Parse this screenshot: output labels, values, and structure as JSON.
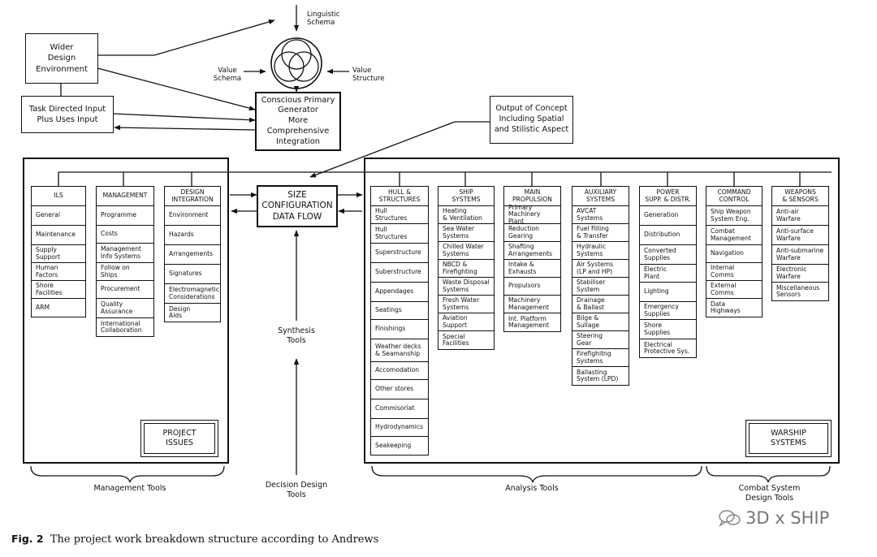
{
  "top": {
    "linguistic_schema": "Linguistic\nSchema",
    "value_schema": "Value\nSchema",
    "value_structure": "Value\nStructure",
    "wider_design_environment": "Wider\nDesign\nEnvironment",
    "task_directed_input": "Task Directed Input\nPlus Uses Input",
    "conscious_primary_generator": "Conscious Primary\nGenerator\nMore Comprehensive\nIntegration",
    "output_of_concept": "Output of Concept\nIncluding Spatial\nand Stilistic Aspect"
  },
  "center": {
    "size_configuration": "SIZE\nCONFIGURATION\nDATA FLOW",
    "synthesis_tools": "Synthesis\nTools",
    "decision_design_tools": "Decision Design\nTools"
  },
  "project_issues": {
    "label": "PROJECT\nISSUES",
    "columns": [
      {
        "title": "ILS",
        "items": [
          "General",
          "Maintenance",
          "Supply\nSupport",
          "Human\nFactors",
          "Shore\nFacilities",
          "ARM"
        ]
      },
      {
        "title": "MANAGEMENT",
        "items": [
          "Programme",
          "Costs",
          "Management\nInfo Systems",
          "Follow on\nShips",
          "Procurement",
          "Quality\nAssurance",
          "International\nCollaboration"
        ]
      },
      {
        "title": "DESIGN\nINTEGRATION",
        "items": [
          "Environment",
          "Hazards",
          "Arrangements",
          "Signatures",
          "Electromagnetic\nConsiderations",
          "Design\nAids"
        ]
      }
    ]
  },
  "warship_systems": {
    "label": "WARSHIP\nSYSTEMS",
    "columns": [
      {
        "title": "HULL &\nSTRUCTURES",
        "items": [
          "Hull\nStructures",
          "Hull\nStructures",
          "Superstructure",
          "Suberstructure",
          "Appendages",
          "Seatings",
          "Finishings",
          "Weather decks\n& Seamanship",
          "Accomodation",
          "Other stores",
          "Commisoriat",
          "Hydrodynamics",
          "Seakeeping"
        ]
      },
      {
        "title": "SHIP\nSYSTEMS",
        "items": [
          "Heating\n& Ventilation",
          "Sea Water\nSystems",
          "Chilled Water\nSystems",
          "NBCD &\nFirefighting",
          "Waste Disposal\nSystems",
          "Fresh Water\nSystems",
          "Aviation\nSupport",
          "Special\nFacilities"
        ]
      },
      {
        "title": "MAIN\nPROPULSION",
        "items": [
          "Primary\nMachinery Plant",
          "Reduction\nGearing",
          "Shafting\nArrangements",
          "Intake &\nExhausts",
          "Propulsors",
          "Machinery\nManagement",
          "Int. Platform\nManagement"
        ]
      },
      {
        "title": "AUXILIARY\nSYSTEMS",
        "items": [
          "AVCAT\nSystems",
          "Fuel Filling\n& Transfer",
          "Hydraulic\nSystems",
          "Air Systems\n(LP and HP)",
          "Stabiliser\nSystem",
          "Drainage\n& Ballast",
          "Bilge &\nSullage",
          "Steering\nGear",
          "Firefighitng\nSystems",
          "Ballasting\nSystem (LPD)"
        ]
      },
      {
        "title": "POWER\nSUPP. & DISTR.",
        "items": [
          "Generation",
          "Distribution",
          "Converted\nSupplies",
          "Electric\nPlant",
          "Lighting",
          "Emergency\nSupplies",
          "Shore\nSupplies",
          "Electrical\nProtective Sys."
        ]
      },
      {
        "title": "COMMAND\nCONTROL",
        "items": [
          "Ship Weapon\nSystem Eng.",
          "Combat\nManagement",
          "Navigation",
          "Internal\nComms",
          "External\nComms",
          "Data\nHighways"
        ]
      },
      {
        "title": "WEAPONS\n& SENSORS",
        "items": [
          "Anti-air\nWarfare",
          "Anti-surface\nWarfare",
          "Anti-submarine\nWarfare",
          "Electronic\nWarfare",
          "Miscellaneous\nSensors"
        ]
      }
    ]
  },
  "tools": {
    "management": "Management Tools",
    "analysis": "Analysis Tools",
    "combat": "Combat System\nDesign Tools"
  },
  "caption": {
    "fig": "Fig. 2",
    "text": "The project work breakdown structure according to Andrews"
  },
  "watermark": "3D x SHIP"
}
